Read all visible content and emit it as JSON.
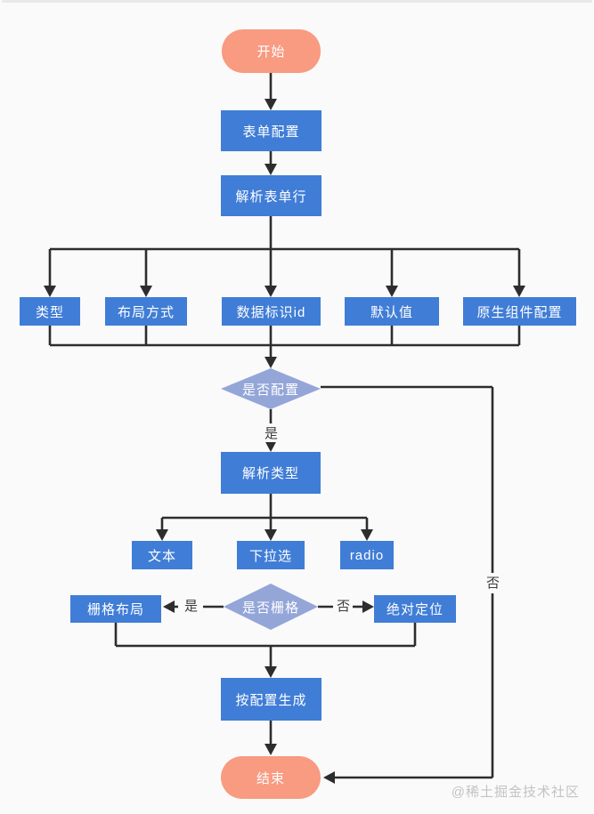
{
  "diagram": {
    "watermark": "@稀土掘金技术社区",
    "nodes": {
      "start": "开始",
      "form_config": "表单配置",
      "parse_form_row": "解析表单行",
      "type": "类型",
      "layout_mode": "布局方式",
      "data_id": "数据标识id",
      "default_value": "默认值",
      "native_config": "原生组件配置",
      "is_configured": "是否配置",
      "parse_type": "解析类型",
      "text": "文本",
      "dropdown": "下拉选",
      "radio": "radio",
      "is_grid": "是否栅格",
      "grid_layout": "栅格布局",
      "absolute_position": "绝对定位",
      "generate_by_config": "按配置生成",
      "end": "结束"
    },
    "edge_labels": {
      "configured_yes": "是",
      "configured_no": "否",
      "grid_yes": "是",
      "grid_no": "否"
    },
    "colors": {
      "process": "#407dd6",
      "terminal": "#f89b81",
      "decision": "#94a6d8",
      "connector": "#2d2d2d"
    }
  }
}
